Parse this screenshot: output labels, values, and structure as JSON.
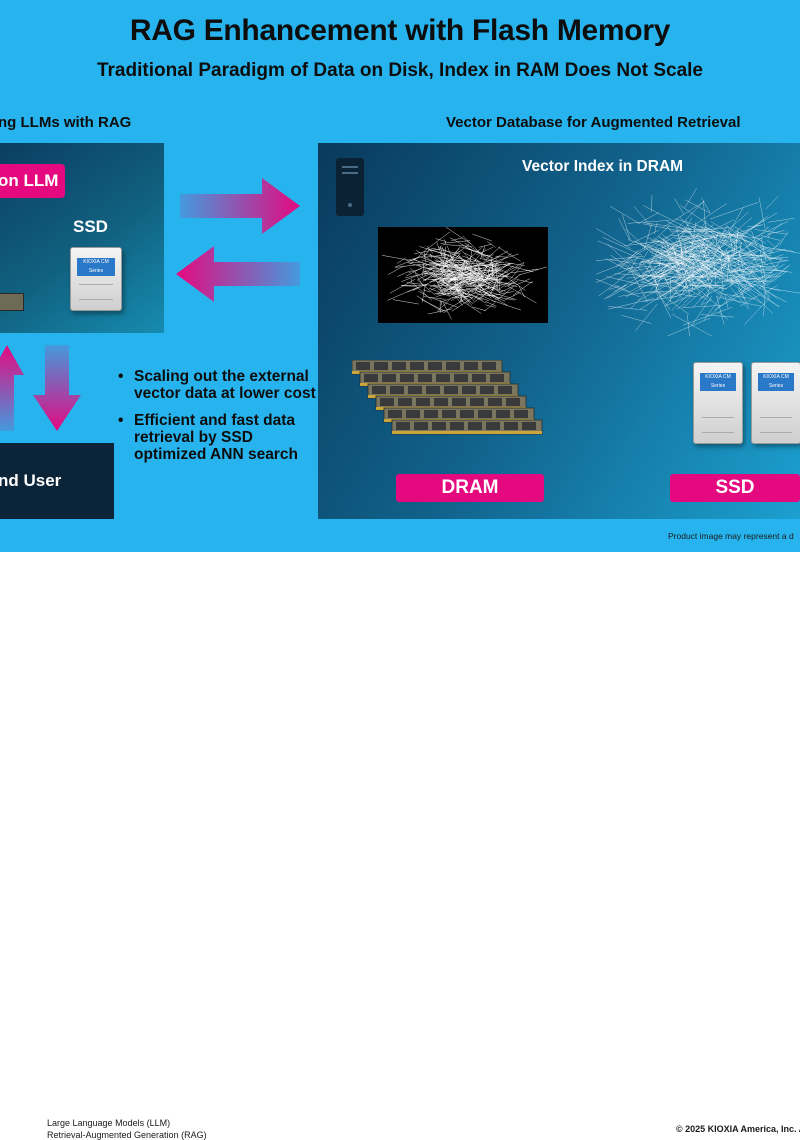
{
  "slide": {
    "title": "RAG Enhancement with Flash Memory",
    "subtitle": "Traditional Paradigm of Data on Disk, Index in RAM Does Not Scale",
    "accent_color": "#e5097f",
    "background_color": "#27b4ee"
  },
  "left_section": {
    "label": "ng LLMs with RAG",
    "llm_label": "on LLM",
    "ssd_label": "SSD",
    "ssd_badge": "KIOXIA CM Series",
    "end_user_label": "nd User"
  },
  "bullets": [
    "Scaling out the external vector data at lower cost",
    "Efficient and fast data retrieval by SSD optimized ANN search"
  ],
  "right_section": {
    "label": "Vector Database for Augmented Retrieval",
    "vector_index_title": "Vector Index in DRAM",
    "dram_tag": "DRAM",
    "ssd_tag": "SSD",
    "ssd_badge": "KIOXIA CM Series"
  },
  "disclaimer": "Product image may represent a d",
  "footer": {
    "line1": "Large Language Models (LLM)",
    "line2": "Retrieval-Augmented Generation (RAG)",
    "copyright": "© 2025 KIOXIA America, Inc. A"
  }
}
